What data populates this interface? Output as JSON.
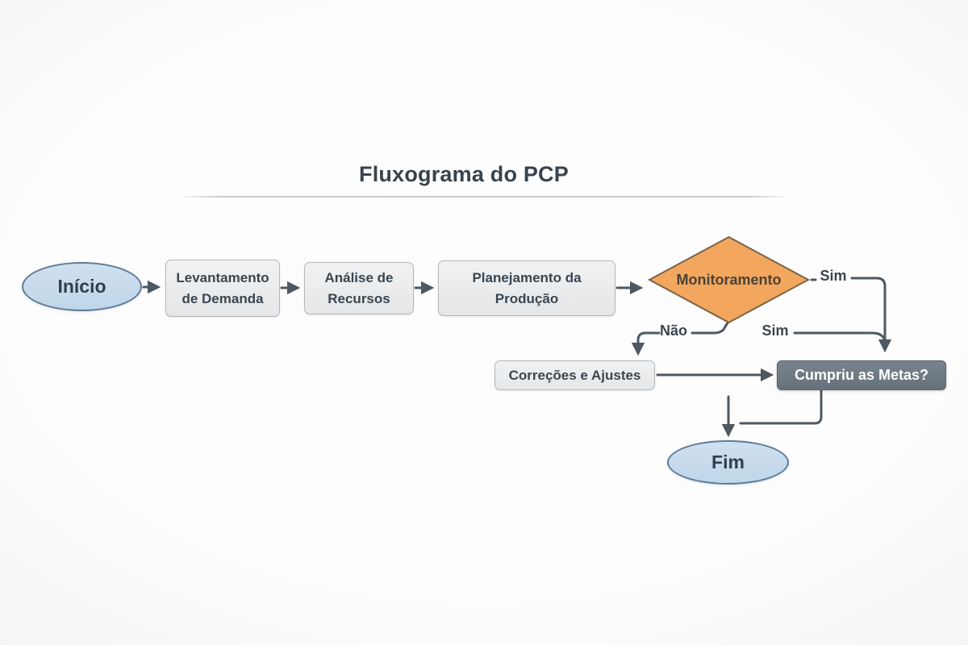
{
  "title": "Fluxograma do PCP",
  "nodes": {
    "start": {
      "label": "Início",
      "shape": "terminator"
    },
    "demand": {
      "label": "Levantamento de Demanda",
      "shape": "process"
    },
    "resources": {
      "label": "Análise de Recursos",
      "shape": "process"
    },
    "planning": {
      "label": "Planejamento da Produção",
      "shape": "process"
    },
    "monitoring": {
      "label": "Monitoramento",
      "shape": "decision"
    },
    "corrections": {
      "label": "Correções e Ajustes",
      "shape": "process"
    },
    "goals": {
      "label": "Cumpriu as Metas?",
      "shape": "process-dark"
    },
    "end": {
      "label": "Fim",
      "shape": "terminator"
    }
  },
  "edge_labels": {
    "sim_top": "Sim",
    "nao": "Não",
    "sim_bottom": "Sim"
  },
  "colors": {
    "connector": "#4e5861",
    "terminator_fill": "#c5d9ec",
    "terminator_border": "#5e7b97",
    "process_fill": "#e9ebed",
    "process_border": "#b2b8bd",
    "decision_fill": "#f2a65e",
    "decision_border": "#7a6448",
    "dark_fill": "#6f7984",
    "dark_border": "#59636d",
    "text": "#3a4650",
    "title_text": "#37434d"
  }
}
